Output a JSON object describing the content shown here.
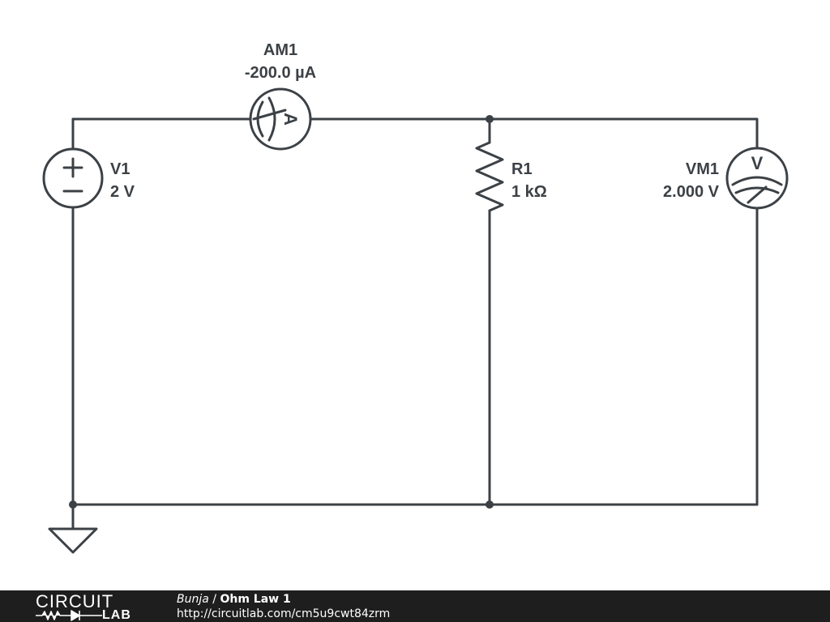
{
  "components": {
    "ammeter": {
      "name": "AM1",
      "value": "-200.0 µA",
      "symbol_letter": "A"
    },
    "voltage_source": {
      "name": "V1",
      "value": "2 V",
      "plus": "+",
      "minus": "−"
    },
    "resistor": {
      "name": "R1",
      "value": "1 kΩ"
    },
    "voltmeter": {
      "name": "VM1",
      "value": "2.000 V",
      "symbol_letter": "V"
    }
  },
  "footer": {
    "logo_top": "CIRCUIT",
    "logo_bottom": "LAB",
    "author": "Bunja",
    "separator": " / ",
    "project": "Ohm Law 1",
    "url": "http://circuitlab.com/cm5u9cwt84zrm"
  },
  "colors": {
    "wire": "#3c4146",
    "footer_background": "#1e1e1e",
    "footer_text": "#ffffff"
  }
}
